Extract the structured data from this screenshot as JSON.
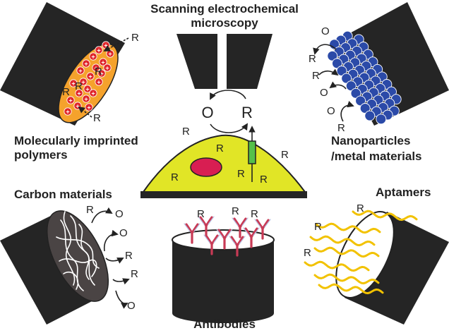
{
  "titles": {
    "secm_line1": "Scanning electrochemical",
    "secm_line2": "microscopy",
    "mip_line1": "Molecularly imprinted",
    "mip_line2": "polymers",
    "nano_line1": "Nanoparticles",
    "nano_line2": "/metal materials",
    "carbon": "Carbon materials",
    "aptamers": "Aptamers",
    "antibodies": "Antibodies"
  },
  "symbols": {
    "reduced": "R",
    "oxidized": "O",
    "plus": "+"
  },
  "colors": {
    "electrode": "#252525",
    "mip_fill": "#f5a22c",
    "mip_dot": "#e0262a",
    "nano_fill": "#2b4aa8",
    "cell_fill": "#e1e526",
    "nucleus": "#d81e52",
    "probe_green": "#55c04a",
    "carbon_fill": "#4a4444",
    "aptamer": "#f2c200",
    "antibody": "#c83a55"
  }
}
